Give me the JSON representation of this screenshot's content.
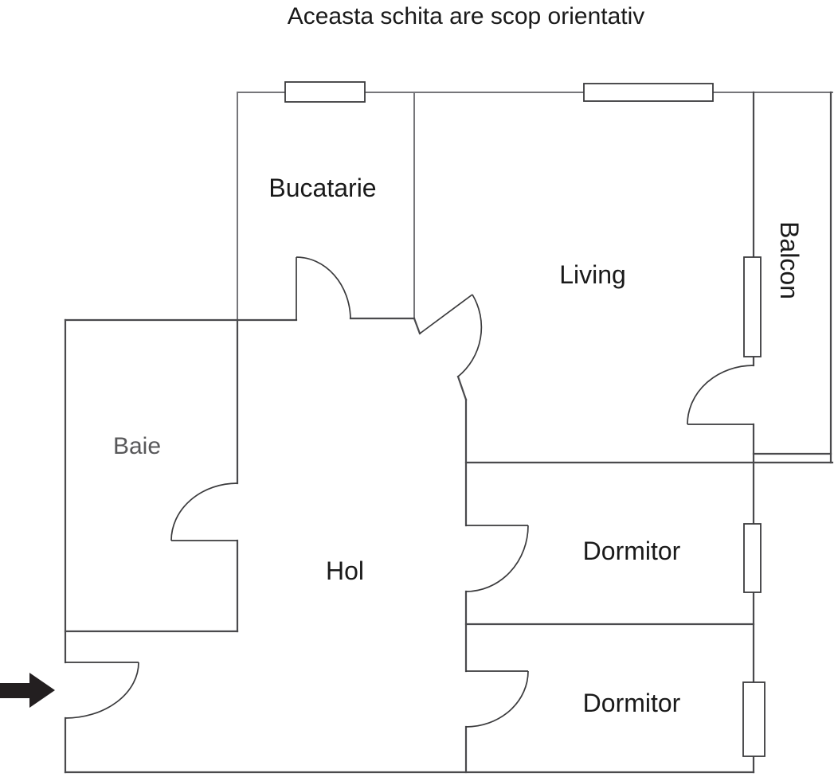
{
  "title": "Aceasta schita are scop orientativ",
  "colors": {
    "background": "#ffffff",
    "wall": "#4a4a4d",
    "wall_light": "#76767a",
    "door": "#3a3a3c",
    "label": "#1a1a1a",
    "label_muted": "#58585a",
    "arrow": "#231f20"
  },
  "icons": {
    "entrance_arrow": "right-arrow"
  },
  "rooms": {
    "kitchen": {
      "name": "Bucatarie"
    },
    "living": {
      "name": "Living"
    },
    "balcony": {
      "name": "Balcon"
    },
    "bathroom": {
      "name": "Baie"
    },
    "hall": {
      "name": "Hol"
    },
    "bedroom1": {
      "name": "Dormitor"
    },
    "bedroom2": {
      "name": "Dormitor"
    }
  }
}
